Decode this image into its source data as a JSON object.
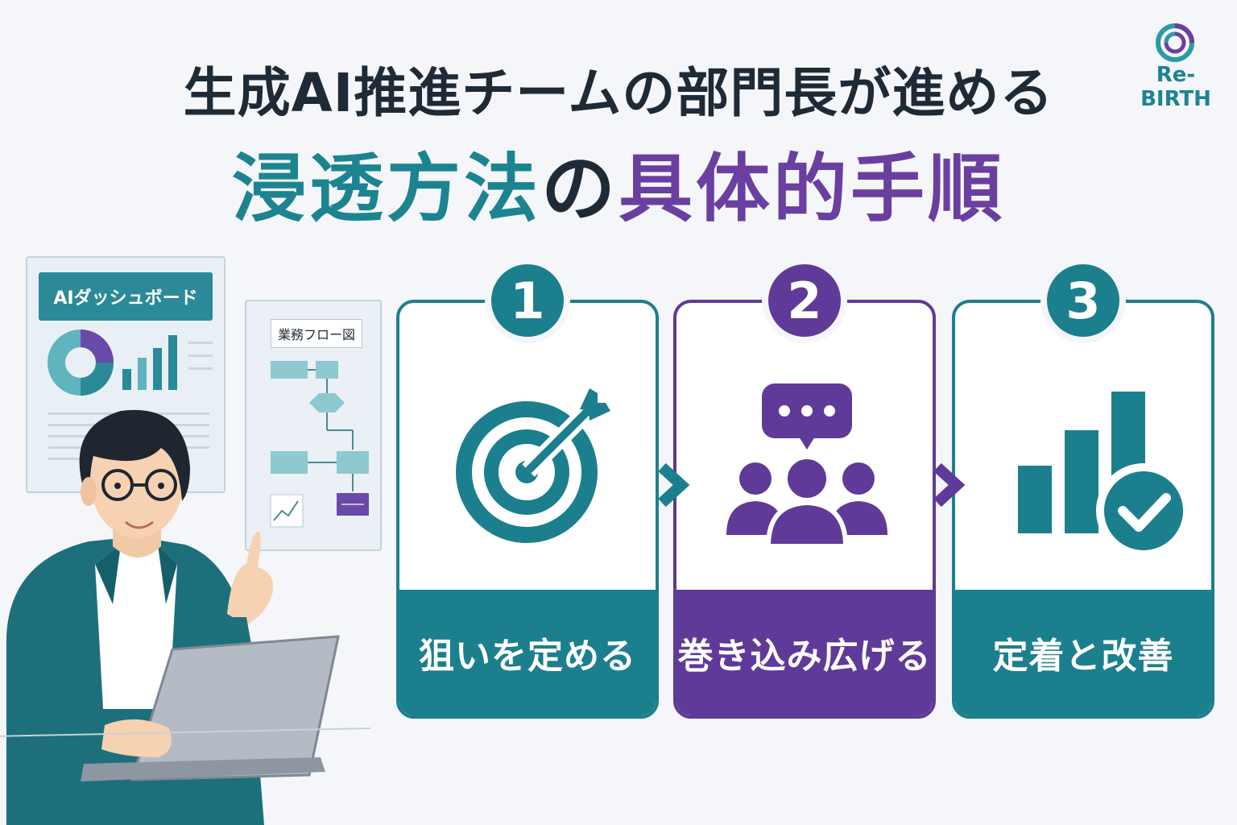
{
  "header": {
    "line1": "生成AI推進チームの部門長が進める",
    "line2_part1": "浸透方法",
    "line2_part2": "の",
    "line2_part3": "具体的手順"
  },
  "logo": {
    "text": "Re-BIRTH"
  },
  "illustration": {
    "dashboard_title": "AIダッシュボード",
    "flow_title": "業務フロー図"
  },
  "steps": [
    {
      "number": "1",
      "label": "狙いを定める",
      "icon": "target-icon",
      "color": "#1c7f8d"
    },
    {
      "number": "2",
      "label": "巻き込み広げる",
      "icon": "team-chat-icon",
      "color": "#5f3a98"
    },
    {
      "number": "3",
      "label": "定着と改善",
      "icon": "bar-chart-check-icon",
      "color": "#1c7f8d"
    }
  ]
}
